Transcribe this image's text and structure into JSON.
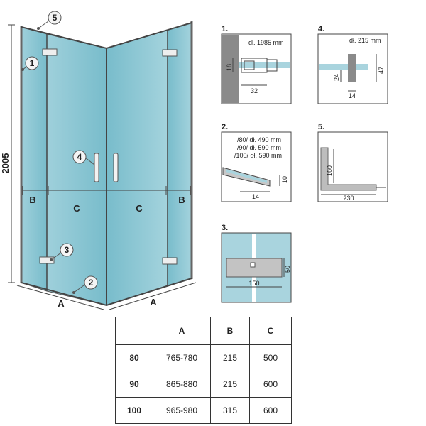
{
  "main_drawing": {
    "height_label": "2005",
    "dim_B": "B",
    "dim_C": "C",
    "dim_A": "A",
    "callouts": [
      "1",
      "2",
      "3",
      "4",
      "5"
    ]
  },
  "details": [
    {
      "number": "1.",
      "texts": [
        "dł. 1985 mm"
      ],
      "dims": [
        "18",
        "32"
      ]
    },
    {
      "number": "2.",
      "texts": [
        "/80/ dł. 490 mm",
        "/90/ dł. 590 mm",
        "/100/ dł. 590 mm"
      ],
      "dims": [
        "10",
        "14"
      ]
    },
    {
      "number": "3.",
      "texts": [],
      "dims": [
        "50",
        "150"
      ]
    },
    {
      "number": "4.",
      "texts": [
        "dł. 215 mm"
      ],
      "dims": [
        "47",
        "24",
        "14"
      ]
    },
    {
      "number": "5.",
      "texts": [],
      "dims": [
        "160",
        "230"
      ]
    }
  ],
  "table": {
    "headers": [
      "",
      "A",
      "B",
      "C"
    ],
    "rows": [
      [
        "80",
        "765-780",
        "215",
        "500"
      ],
      [
        "90",
        "865-880",
        "215",
        "600"
      ],
      [
        "100",
        "965-980",
        "315",
        "600"
      ]
    ]
  },
  "colors": {
    "glass": "#7fc1cf",
    "glass_light": "#a8d6df",
    "frame": "#3a3a3a",
    "wall": "#7a7a7a"
  }
}
